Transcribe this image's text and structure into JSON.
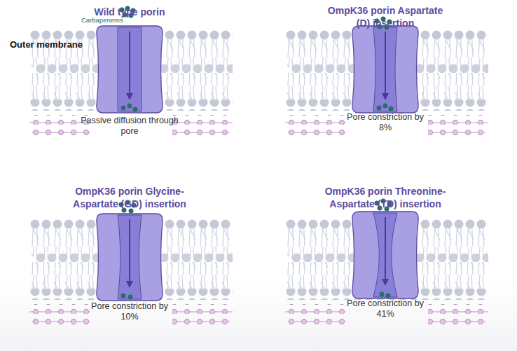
{
  "diagram": {
    "nodes": [
      {
        "text": [
          "Wild type porin",
          "Passive diffusion through pore"
        ]
      },
      {
        "text": [
          "OmpK36 porin Aspartate (D) insertion",
          "Pore constriction by 8%"
        ]
      },
      {
        "text": [
          "OmpK36 porin Glycine-Aspartate (GD) insertion",
          "Pore constriction by 10%"
        ]
      },
      {
        "text": [
          "OmpK36 porin Threonine-Aspartate (TD) insertion",
          "Pore constriction by 41%"
        ]
      }
    ],
    "labels": [
      "Carbapenems",
      "Outer membrane"
    ]
  }
}
